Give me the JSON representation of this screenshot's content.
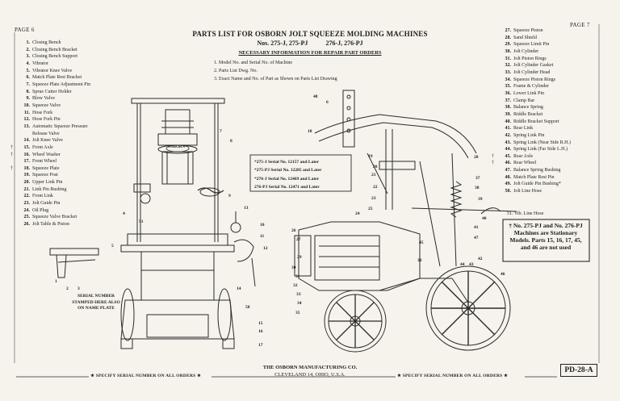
{
  "page_left": "PAGE 6",
  "page_right": "PAGE 7",
  "title": "PARTS LIST FOR OSBORN JOLT SQUEEZE MOLDING MACHINES",
  "nos_a": "Nos. 275-J, 275-PJ",
  "nos_b": "276-J, 276-PJ",
  "necessary_header": "NECESSARY INFORMATION FOR REPAIR PART ORDERS",
  "necessary_items": [
    "1. Model No. and Serial No. of Machine",
    "2. Parts List Dwg. No.",
    "3. Exact Name and No. of Part as Shown on Parts List Drawing"
  ],
  "left_parts": [
    {
      "num": "1.",
      "name": "Closing Bench",
      "dagger": ""
    },
    {
      "num": "2.",
      "name": "Closing Bench Bracket",
      "dagger": ""
    },
    {
      "num": "3.",
      "name": "Closing Bench Support",
      "dagger": ""
    },
    {
      "num": "4.",
      "name": "Vibrator",
      "dagger": ""
    },
    {
      "num": "5.",
      "name": "Vibrator Knee Valve",
      "dagger": ""
    },
    {
      "num": "6.",
      "name": "Match Plate Rest Bracket",
      "dagger": ""
    },
    {
      "num": "7.",
      "name": "Squeeze Plate Adjustment Pin",
      "dagger": ""
    },
    {
      "num": "8.",
      "name": "Sprue Cutter Holder",
      "dagger": ""
    },
    {
      "num": "9.",
      "name": "Blow Valve",
      "dagger": ""
    },
    {
      "num": "10.",
      "name": "Squeeze Valve",
      "dagger": ""
    },
    {
      "num": "11.",
      "name": "Hose Fork",
      "dagger": ""
    },
    {
      "num": "12.",
      "name": "Hose Fork Pin",
      "dagger": ""
    },
    {
      "num": "13.",
      "name": "Automatic Squeeze Pressure",
      "dagger": ""
    },
    {
      "num": "",
      "name": "Release Valve",
      "dagger": ""
    },
    {
      "num": "14.",
      "name": "Jolt Knee Valve",
      "dagger": ""
    },
    {
      "num": "15.",
      "name": "Front Axle",
      "dagger": "†"
    },
    {
      "num": "16.",
      "name": "Wheel Washer",
      "dagger": "†"
    },
    {
      "num": "17.",
      "name": "Front Wheel",
      "dagger": ""
    },
    {
      "num": "18.",
      "name": "Squeeze Plate",
      "dagger": "†"
    },
    {
      "num": "19.",
      "name": "Squeeze Post",
      "dagger": ""
    },
    {
      "num": "20.",
      "name": "Upper Link Pin",
      "dagger": ""
    },
    {
      "num": "21.",
      "name": "Link Pin Bushing",
      "dagger": ""
    },
    {
      "num": "22.",
      "name": "Front Link",
      "dagger": ""
    },
    {
      "num": "23.",
      "name": "Jolt Guide Pin",
      "dagger": ""
    },
    {
      "num": "24.",
      "name": "Oil Plug",
      "dagger": ""
    },
    {
      "num": "25.",
      "name": "Squeeze Valve Bracket",
      "dagger": ""
    },
    {
      "num": "26.",
      "name": "Jolt Table & Piston",
      "dagger": ""
    }
  ],
  "right_parts": [
    {
      "num": "27.",
      "name": "Squeeze Piston",
      "dagger": ""
    },
    {
      "num": "28.",
      "name": "Sand Shield",
      "dagger": ""
    },
    {
      "num": "29.",
      "name": "Squeeze Limit Pin",
      "dagger": ""
    },
    {
      "num": "30.",
      "name": "Jolt Cylinder",
      "dagger": ""
    },
    {
      "num": "31.",
      "name": "Jolt Piston Rings",
      "dagger": ""
    },
    {
      "num": "32.",
      "name": "Jolt Cylinder Gasket",
      "dagger": ""
    },
    {
      "num": "33.",
      "name": "Jolt Cylinder Head",
      "dagger": ""
    },
    {
      "num": "34.",
      "name": "Squeeze Piston Rings",
      "dagger": ""
    },
    {
      "num": "35.",
      "name": "Frame & Cylinder",
      "dagger": ""
    },
    {
      "num": "36.",
      "name": "Lower Link Pin",
      "dagger": ""
    },
    {
      "num": "37.",
      "name": "Clamp Bar",
      "dagger": ""
    },
    {
      "num": "38.",
      "name": "Balance Spring",
      "dagger": ""
    },
    {
      "num": "39.",
      "name": "Riddle Bracket",
      "dagger": ""
    },
    {
      "num": "40.",
      "name": "Riddle Bracket Support",
      "dagger": ""
    },
    {
      "num": "41.",
      "name": "Rear Link",
      "dagger": ""
    },
    {
      "num": "42.",
      "name": "Spring Link Pin",
      "dagger": ""
    },
    {
      "num": "43.",
      "name": "Spring Link (Near Side R.H.)",
      "dagger": ""
    },
    {
      "num": "44.",
      "name": "Spring Link (Far Side L.H.)",
      "dagger": ""
    },
    {
      "num": "45.",
      "name": "Rear Axle",
      "dagger": "†"
    },
    {
      "num": "46.",
      "name": "Rear Wheel",
      "dagger": "†"
    },
    {
      "num": "47.",
      "name": "Balance Spring Bushing",
      "dagger": ""
    },
    {
      "num": "48.",
      "name": "Match Plate Rest Pin",
      "dagger": ""
    },
    {
      "num": "49.",
      "name": "Jolt Guide Pin Bushing*",
      "dagger": ""
    },
    {
      "num": "50.",
      "name": "Jolt Line Hose",
      "dagger": ""
    }
  ],
  "vib_line": "51. Vib. Line Hose",
  "serials": [
    "*275-J  Serial No. 12157 and Later",
    "*275-PJ Serial No. 12285 and Later",
    "*276-J  Serial No. 12469 and Later",
    "276-PJ  Serial No. 12471 and Later"
  ],
  "stamp_note": "SERIAL NUMBER STAMPED HERE ALSO ON NAME PLATE",
  "stationary_note": "† No. 275-PJ and No. 276-PJ Machines are Stationary Models. Parts 15, 16, 17, 45, and 46 are not used",
  "company": "THE OSBORN MANUFACTURING CO.",
  "city": "CLEVELAND 14, OHIO, U.S.A.",
  "order_note": "★ SPECIFY SERIAL NUMBER ON ALL ORDERS ★",
  "drawing_no": "PD-28-A",
  "nameplate": "OSBORN",
  "callouts_left": [
    "1",
    "2",
    "3",
    "4",
    "5",
    "7",
    "8",
    "9",
    "10",
    "11",
    "12",
    "13",
    "14",
    "15",
    "16",
    "17",
    "50",
    "51"
  ],
  "callouts_right": [
    "6",
    "18",
    "19",
    "20",
    "21",
    "22",
    "23",
    "24",
    "25",
    "26",
    "27",
    "28",
    "29",
    "30",
    "31",
    "32",
    "33",
    "34",
    "35",
    "36",
    "37",
    "38",
    "39",
    "40",
    "41",
    "42",
    "43",
    "44",
    "45",
    "46",
    "47",
    "48"
  ]
}
